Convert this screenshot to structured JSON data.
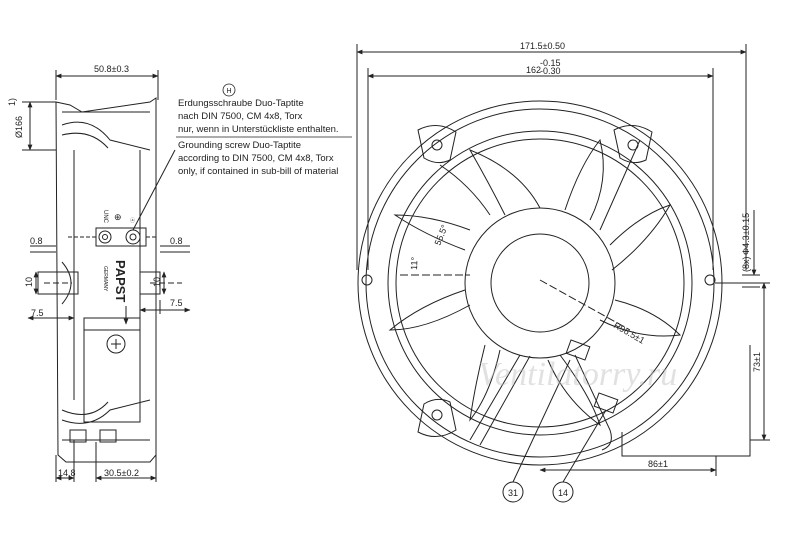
{
  "side_view": {
    "width_dim": "50.8±0.3",
    "diameter_dim": "Ø166",
    "note_marker": "1)",
    "offset_top": "0.8",
    "offset_right": "0.8",
    "height_left": "10",
    "height_right": "10",
    "left_spacing": "7.5",
    "right_spacing": "7.5",
    "bottom_left": "14.8",
    "bottom_center": "30.5±0.2",
    "brand": "PAPST",
    "brand_sub": "GERMANY",
    "ground_label": "UNC",
    "ground_small": "⊕",
    "h_marker": "H"
  },
  "grounding_note": {
    "de_line1": "Erdungsschraube Duo-Taptite",
    "de_line2": "nach DIN 7500, CM 4x8, Torx",
    "de_line3": "nur, wenn in Unterstückliste enthalten.",
    "en_line1": "Grounding screw Duo-Taptite",
    "en_line2": "according to DIN 7500, CM 4x8, Torx",
    "en_line3": "only, if contained in sub-bill of material"
  },
  "front_view": {
    "outer_width": "171.5±0.50",
    "hole_spacing_main": "162",
    "hole_spacing_upper": "-0.15",
    "hole_spacing_lower": "-0.30",
    "angle_55": "55.5°",
    "angle_11": "11°",
    "radius": "R96.5±1",
    "hole_dia": "Φ4.3±0.15",
    "hole_count": "(8x)",
    "vert_dim": "73±1",
    "horiz_dim": "86±1",
    "callout_31": "31",
    "callout_14": "14"
  },
  "watermark": "Ventilatorry.ru"
}
